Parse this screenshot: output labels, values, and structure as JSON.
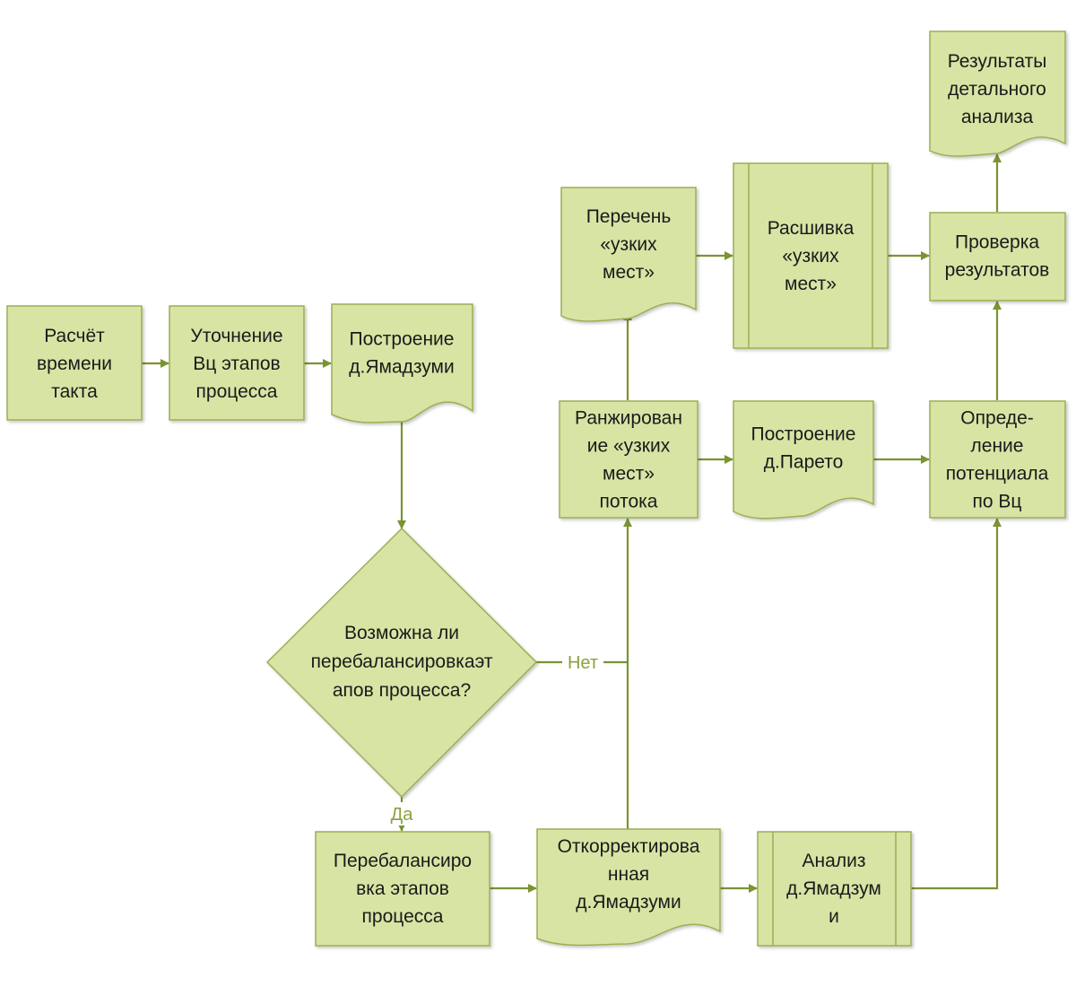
{
  "colors": {
    "fill": "#d7e4a4",
    "stroke": "#9aaf55",
    "arrow": "#7a9431",
    "text": "#1a1a1a",
    "label": "#8ba040"
  },
  "nodes": {
    "takt": {
      "lines": [
        "Расчёт",
        "времени",
        "такта"
      ]
    },
    "vc": {
      "lines": [
        "Уточнение",
        "Вц этапов",
        "процесса"
      ]
    },
    "yam": {
      "lines": [
        "Построение",
        "д.Ямадзуми"
      ]
    },
    "decision": {
      "lines": [
        "Возможна ли",
        "перебалансировкаэт",
        "апов процесса?"
      ]
    },
    "rebal": {
      "lines": [
        "Перебалансиро",
        "вка этапов",
        "процесса"
      ]
    },
    "corrected": {
      "lines": [
        "Откорректирова",
        "нная",
        "д.Ямадзуми"
      ]
    },
    "analysis": {
      "lines": [
        "Анализ",
        "д.Ямадзум",
        "и"
      ]
    },
    "ranking": {
      "lines": [
        "Ранжирован",
        "ие «узких",
        "мест»",
        "потока"
      ]
    },
    "list": {
      "lines": [
        "Перечень",
        "«узких",
        "мест»"
      ]
    },
    "unfold": {
      "lines": [
        "Расшивка",
        "«узких",
        "мест»"
      ]
    },
    "pareto": {
      "lines": [
        "Построение",
        "д.Парето"
      ]
    },
    "potential": {
      "lines": [
        "Опреде-",
        "ление",
        "потенциала",
        "по Вц"
      ]
    },
    "check": {
      "lines": [
        "Проверка",
        "результатов"
      ]
    },
    "results": {
      "lines": [
        "Результаты",
        "детального",
        "анализа"
      ]
    }
  },
  "edge_labels": {
    "yes": "Да",
    "no": "Нет"
  }
}
